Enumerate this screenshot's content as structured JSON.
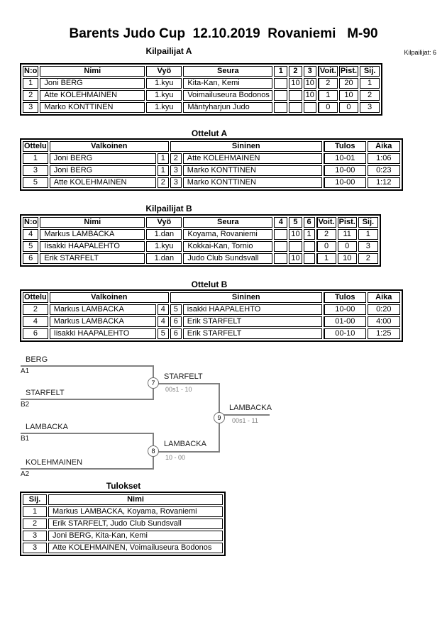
{
  "page": {
    "title": "Barents Judo Cup  12.10.2019  Rovaniemi   M-90",
    "participants_note": "Kilpailijat: 6"
  },
  "pool_a": {
    "title": "Kilpailijat A",
    "headers": [
      "N:o",
      "Nimi",
      "Vyö",
      "Seura",
      "1",
      "2",
      "3",
      "Voit.",
      "Pist.",
      "Sij."
    ],
    "rows": [
      {
        "no": "1",
        "name": "Joni BERG",
        "belt": "1.kyu",
        "club": "Kita-Kan, Kemi",
        "r1": "",
        "r2": "10",
        "r3": "10",
        "wins": "2",
        "points": "20",
        "place": "1"
      },
      {
        "no": "2",
        "name": "Atte KOLEHMAINEN",
        "belt": "1.kyu",
        "club": "Voimailuseura Bodonos",
        "r1": "",
        "r2": "",
        "r3": "10",
        "wins": "1",
        "points": "10",
        "place": "2"
      },
      {
        "no": "3",
        "name": "Marko KONTTINEN",
        "belt": "1.kyu",
        "club": "Mäntyharjun Judo",
        "r1": "",
        "r2": "",
        "r3": "",
        "wins": "0",
        "points": "0",
        "place": "3"
      }
    ]
  },
  "matches_a": {
    "title": "Ottelut A",
    "headers": [
      "Ottelu",
      "Valkoinen",
      "Sininen",
      "Tulos",
      "Aika"
    ],
    "rows": [
      {
        "match": "1",
        "white": "Joni BERG",
        "wno": "1",
        "bno": "2",
        "blue": "Atte KOLEHMAINEN",
        "result": "10-01",
        "time": "1:06"
      },
      {
        "match": "3",
        "white": "Joni BERG",
        "wno": "1",
        "bno": "3",
        "blue": "Marko KONTTINEN",
        "result": "10-00",
        "time": "0:23"
      },
      {
        "match": "5",
        "white": "Atte KOLEHMAINEN",
        "wno": "2",
        "bno": "3",
        "blue": "Marko KONTTINEN",
        "result": "10-00",
        "time": "1:12"
      }
    ]
  },
  "pool_b": {
    "title": "Kilpailijat B",
    "headers": [
      "N:o",
      "Nimi",
      "Vyö",
      "Seura",
      "4",
      "5",
      "6",
      "Voit.",
      "Pist.",
      "Sij."
    ],
    "rows": [
      {
        "no": "4",
        "name": "Markus LAMBACKA",
        "belt": "1.dan",
        "club": "Koyama, Rovaniemi",
        "r1": "",
        "r2": "10",
        "r3": "1",
        "wins": "2",
        "points": "11",
        "place": "1"
      },
      {
        "no": "5",
        "name": "Iisakki HAAPALEHTO",
        "belt": "1.kyu",
        "club": "Kokkai-Kan, Tornio",
        "r1": "",
        "r2": "",
        "r3": "",
        "wins": "0",
        "points": "0",
        "place": "3"
      },
      {
        "no": "6",
        "name": "Erik STARFELT",
        "belt": "1.dan",
        "club": "Judo Club Sundsvall",
        "r1": "",
        "r2": "10",
        "r3": "",
        "wins": "1",
        "points": "10",
        "place": "2"
      }
    ]
  },
  "matches_b": {
    "title": "Ottelut B",
    "headers": [
      "Ottelu",
      "Valkoinen",
      "Sininen",
      "Tulos",
      "Aika"
    ],
    "rows": [
      {
        "match": "2",
        "white": "Markus LAMBACKA",
        "wno": "4",
        "bno": "5",
        "blue": "isakki HAAPALEHTO",
        "result": "10-00",
        "time": "0:20"
      },
      {
        "match": "4",
        "white": "Markus LAMBACKA",
        "wno": "4",
        "bno": "6",
        "blue": "Erik STARFELT",
        "result": "01-00",
        "time": "4:00"
      },
      {
        "match": "6",
        "white": "Iisakki HAAPALEHTO",
        "wno": "5",
        "bno": "6",
        "blue": "Erik STARFELT",
        "result": "00-10",
        "time": "1:25"
      }
    ]
  },
  "bracket": {
    "slots": [
      {
        "name": "BERG",
        "seed": "A1"
      },
      {
        "name": "STARFELT",
        "seed": "B2"
      },
      {
        "name": "LAMBACKA",
        "seed": "B1"
      },
      {
        "name": "KOLEHMAINEN",
        "seed": "A2"
      }
    ],
    "matches": [
      {
        "number": "7",
        "winner": "STARFELT",
        "score": "00s1 - 10"
      },
      {
        "number": "8",
        "winner": "LAMBACKA",
        "score": "10 - 00"
      },
      {
        "number": "9",
        "winner": "LAMBACKA",
        "score": "00s1 - 11"
      }
    ]
  },
  "results": {
    "title": "Tulokset",
    "headers": [
      "Sij.",
      "Nimi"
    ],
    "rows": [
      {
        "place": "1",
        "name": "Markus LAMBACKA, Koyama, Rovaniemi"
      },
      {
        "place": "2",
        "name": "Erik STARFELT, Judo Club Sundsvall"
      },
      {
        "place": "3",
        "name": "Joni BERG, Kita-Kan, Kemi"
      },
      {
        "place": "3",
        "name": "Atte KOLEHMAINEN, Voimailuseura Bodonos"
      }
    ]
  }
}
